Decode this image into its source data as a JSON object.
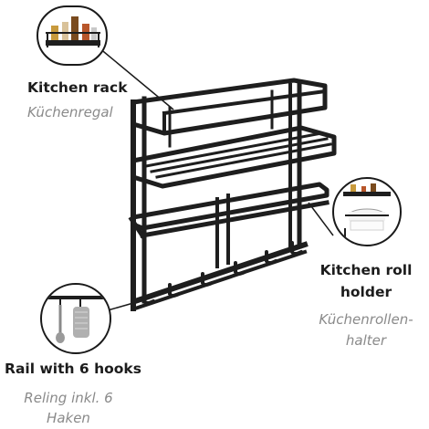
{
  "callouts": {
    "kitchen_rack": {
      "en": "Kitchen rack",
      "de": "Küchenregal"
    },
    "kitchen_roll_holder": {
      "en_line1": "Kitchen roll",
      "en_line2": "holder",
      "de_line1": "Küchenrollen-",
      "de_line2": "halter"
    },
    "rail_hooks": {
      "en": "Rail with 6 hooks",
      "de_line1": "Reling inkl. 6",
      "de_line2": "Haken"
    }
  },
  "colors": {
    "metal": "#1c1c1c",
    "label_en": "#1c1c1c",
    "label_de": "#8a8a8a",
    "background": "#ffffff"
  },
  "icons": {
    "rack_detail": "spice-shelf-icon",
    "roll_detail": "paper-roll-icon",
    "hooks_detail": "hanging-utensils-icon"
  }
}
